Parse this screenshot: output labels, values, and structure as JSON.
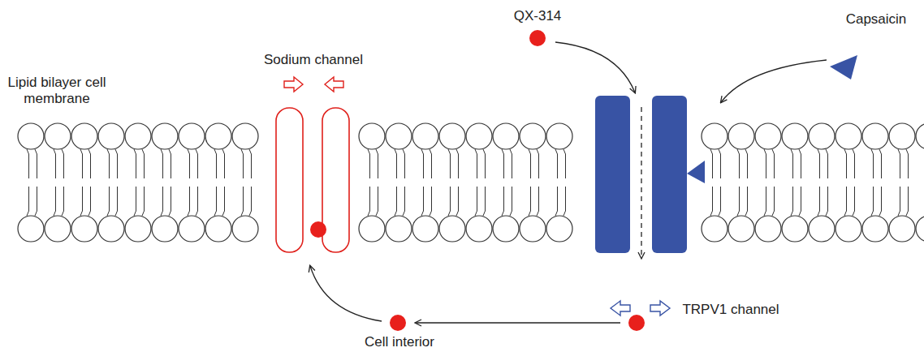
{
  "diagram": {
    "labels": [
      "Lipid bilayer cell membrane",
      "Sodium channel",
      "QX-314",
      "Capsaicin",
      "TRPV1 channel",
      "Cell interior"
    ]
  }
}
